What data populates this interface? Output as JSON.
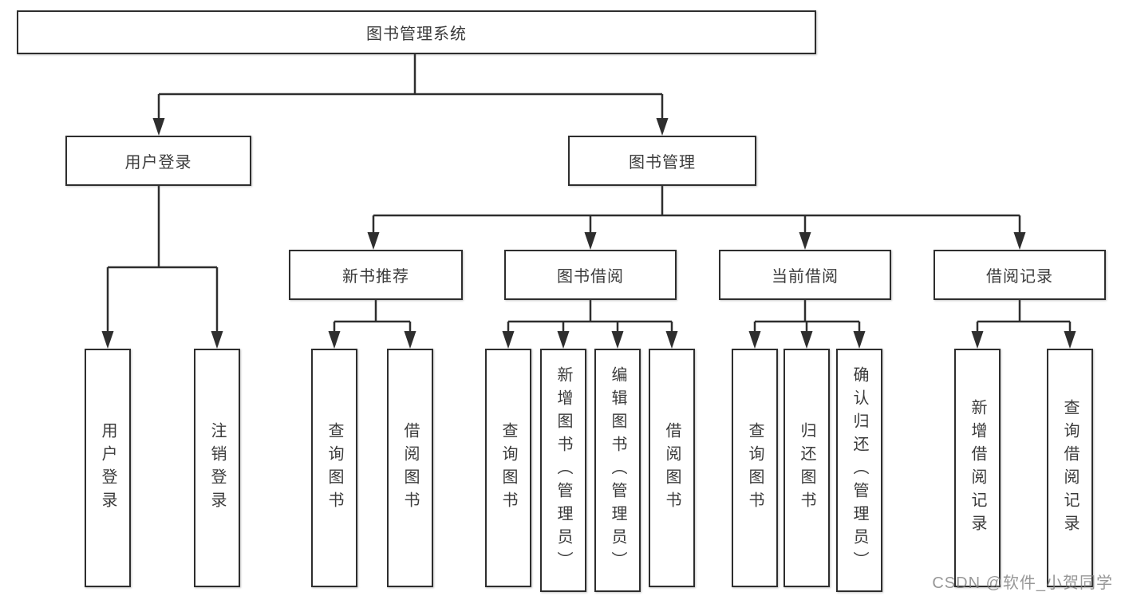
{
  "title": "图书管理系统",
  "branches": [
    {
      "label": "用户登录",
      "children": [
        {
          "label": "用户登录"
        },
        {
          "label": "注销登录"
        }
      ]
    },
    {
      "label": "图书管理",
      "children": [
        {
          "label": "新书推荐",
          "children": [
            {
              "label": "查询图书"
            },
            {
              "label": "借阅图书"
            }
          ]
        },
        {
          "label": "图书借阅",
          "children": [
            {
              "label": "查询图书"
            },
            {
              "label": "新增图书（管理员）"
            },
            {
              "label": "编辑图书（管理员）"
            },
            {
              "label": "借阅图书"
            }
          ]
        },
        {
          "label": "当前借阅",
          "children": [
            {
              "label": "查询图书"
            },
            {
              "label": "归还图书"
            },
            {
              "label": "确认归还（管理员）"
            }
          ]
        },
        {
          "label": "借阅记录",
          "children": [
            {
              "label": "新增借阅记录"
            },
            {
              "label": "查询借阅记录"
            }
          ]
        }
      ]
    }
  ],
  "watermark": "CSDN @软件_小贺同学",
  "colors": {
    "line": "#2e2e2e",
    "text": "#3b3b3b",
    "watermark": "#7d7d7d",
    "background": "#ffffff"
  }
}
